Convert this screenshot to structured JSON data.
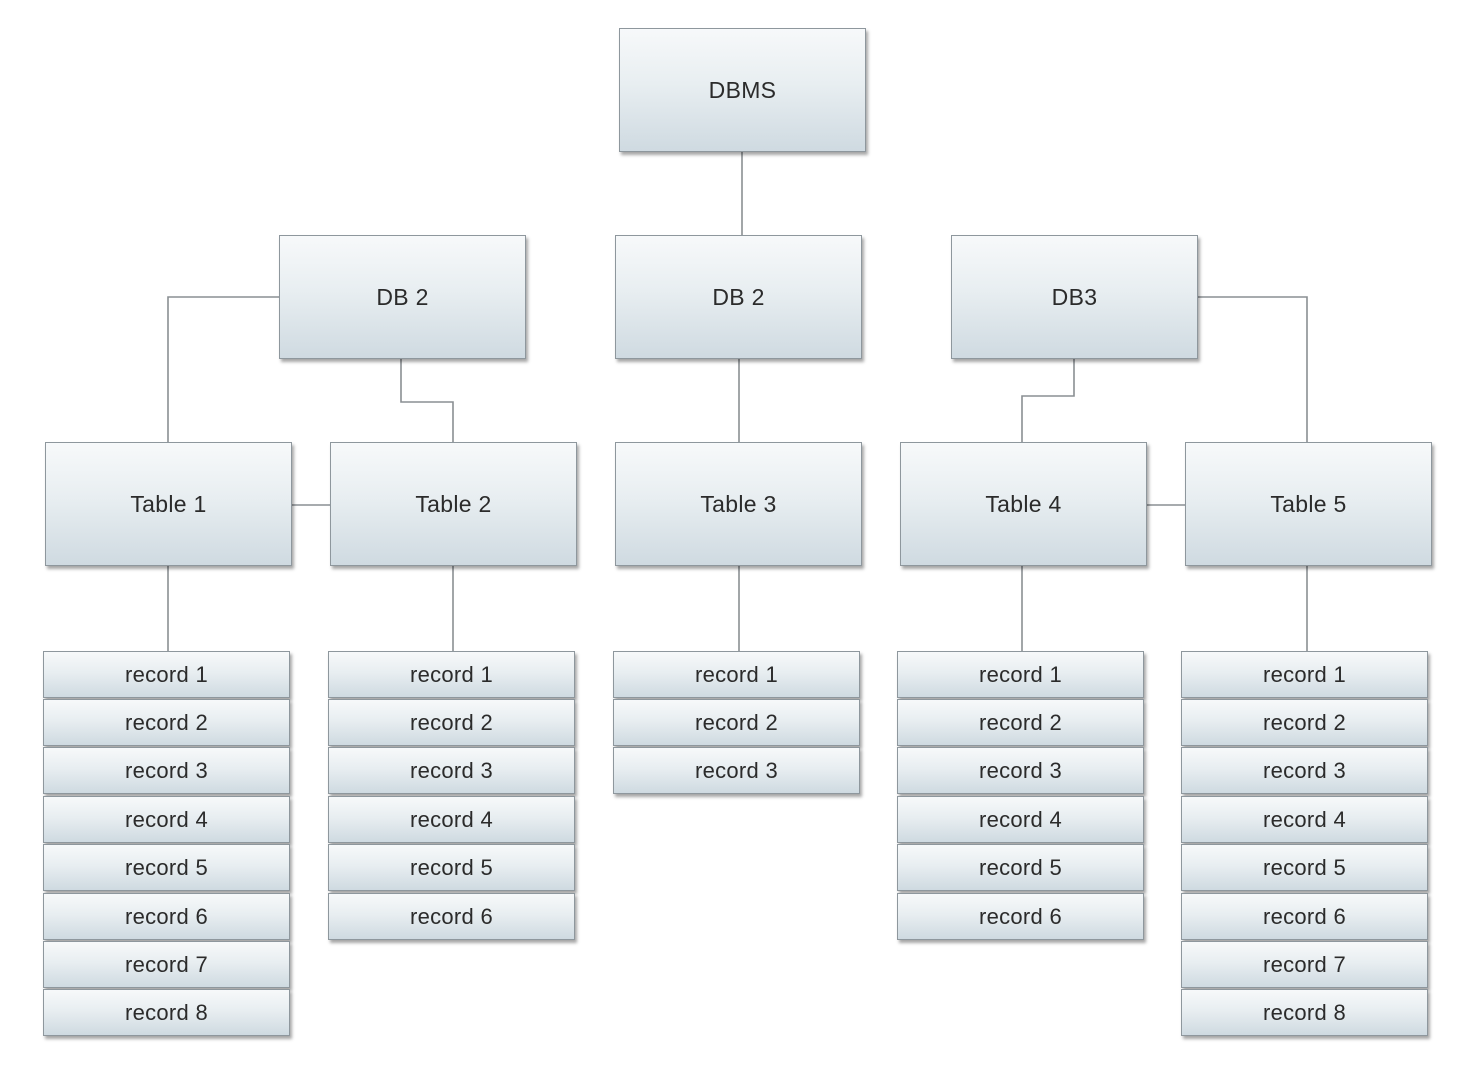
{
  "root": {
    "label": "DBMS"
  },
  "databases": [
    {
      "label": "DB 2"
    },
    {
      "label": "DB 2"
    },
    {
      "label": "DB3"
    }
  ],
  "tables": [
    {
      "label": "Table 1",
      "records": [
        "record 1",
        "record 2",
        "record 3",
        "record 4",
        "record 5",
        "record 6",
        "record 7",
        "record 8"
      ]
    },
    {
      "label": "Table 2",
      "records": [
        "record 1",
        "record 2",
        "record 3",
        "record 4",
        "record 5",
        "record 6"
      ]
    },
    {
      "label": "Table 3",
      "records": [
        "record 1",
        "record 2",
        "record 3"
      ]
    },
    {
      "label": "Table 4",
      "records": [
        "record 1",
        "record 2",
        "record 3",
        "record 4",
        "record 5",
        "record 6"
      ]
    },
    {
      "label": "Table 5",
      "records": [
        "record 1",
        "record 2",
        "record 3",
        "record 4",
        "record 5",
        "record 6",
        "record 7",
        "record 8"
      ]
    }
  ]
}
